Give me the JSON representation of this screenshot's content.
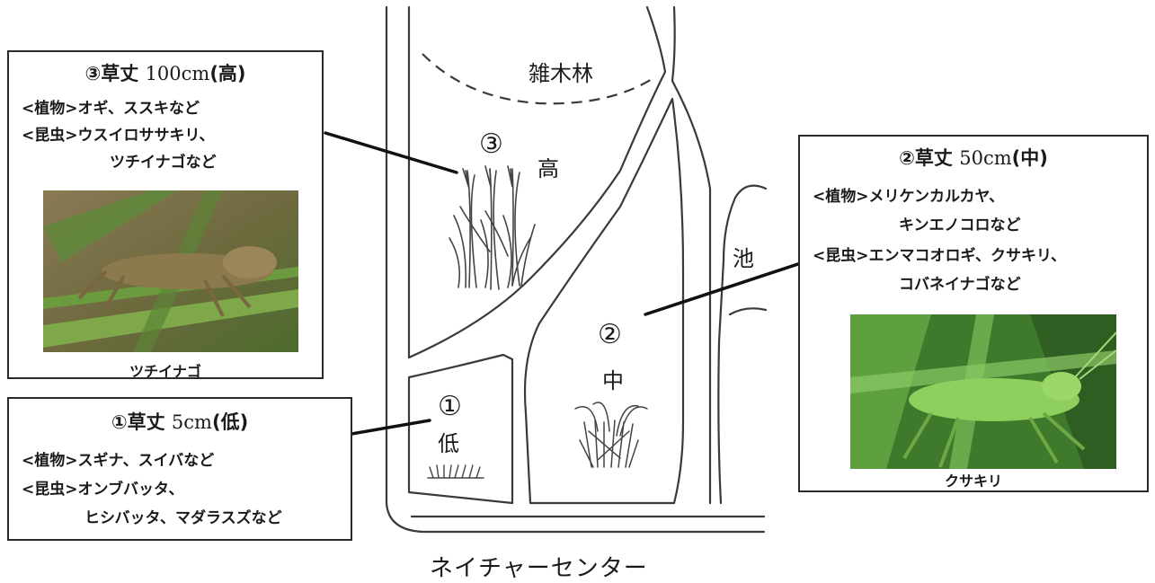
{
  "zone3": {
    "title_prefix": "③草丈 ",
    "title_value": "100cm",
    "title_suffix": "(高)",
    "plants": "<植物>オギ、ススキなど",
    "insects_line1": "<昆虫>ウスイロササキリ、",
    "insects_line2": "ツチイナゴなど",
    "photo_caption": "ツチイナゴ"
  },
  "zone2": {
    "title_prefix": "②草丈 ",
    "title_value": "50cm",
    "title_suffix": "(中)",
    "plants_line1": "<植物>メリケンカルカヤ、",
    "plants_line2": "キンエノコロなど",
    "insects_line1": "<昆虫>エンマコオロギ、クサキリ、",
    "insects_line2": "コバネイナゴなど",
    "photo_caption": "クサキリ"
  },
  "zone1": {
    "title_prefix": "①草丈 ",
    "title_value": "5cm",
    "title_suffix": "(低)",
    "plants": "<植物>スギナ、スイバなど",
    "insects_line1": "<昆虫>オンブバッタ、",
    "insects_line2": "ヒシバッタ、マダラスズなど"
  },
  "map": {
    "woods_label": "雑木林",
    "pond_label": "池",
    "marker3": "③",
    "height3": "高",
    "marker2": "②",
    "height2": "中",
    "marker1": "①",
    "height1": "低",
    "footer": "ネイチャーセンター"
  }
}
